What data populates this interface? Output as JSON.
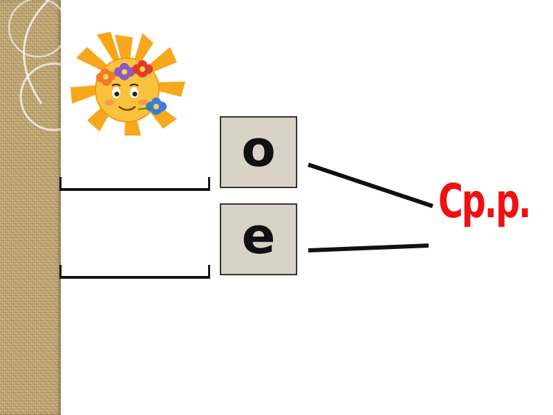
{
  "letters": {
    "first": "o",
    "second": "e"
  },
  "gender_label": "Ср.р.",
  "colors": {
    "gender": "#ee1111",
    "sun": "#f7a71c",
    "letter_box": "#d9d3c7",
    "burlap": "#c2a876"
  },
  "icons": {
    "sun": "sun-with-flowers-icon"
  }
}
